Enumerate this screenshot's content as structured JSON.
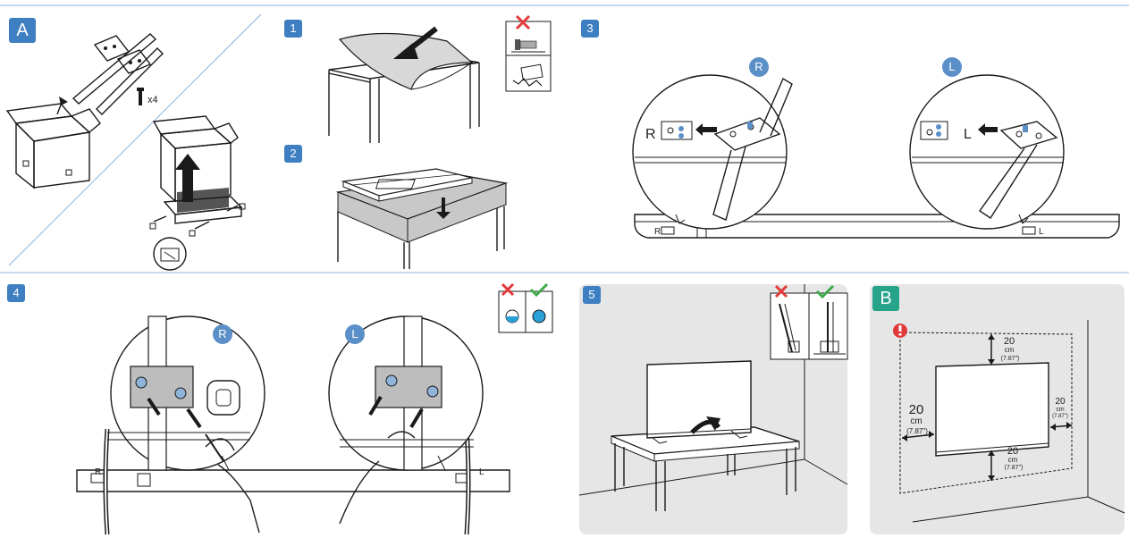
{
  "panels": {
    "a": {
      "badge": "A",
      "qty": "x4"
    },
    "step1": {
      "badge": "1"
    },
    "step2": {
      "badge": "2"
    },
    "step3": {
      "badge": "3",
      "right": "R",
      "left": "L"
    },
    "step4": {
      "badge": "4",
      "right": "R",
      "left": "L"
    },
    "step5": {
      "badge": "5"
    },
    "b": {
      "badge": "B",
      "top": {
        "value": "20",
        "unit": "cm",
        "inch": "(7.87\")"
      },
      "left": {
        "value": "20",
        "unit": "cm",
        "inch": "(7.87\")"
      },
      "right": {
        "value": "20",
        "unit": "cm",
        "inch": "(7.87\")"
      },
      "bottom": {
        "value": "20",
        "unit": "cm",
        "inch": "(7.87\")"
      }
    }
  },
  "colors": {
    "badge": "#3d7fc1",
    "badge_b": "#27a38a",
    "warn": "#e03a3a",
    "ok": "#3cab4a",
    "divider": "#8fb3d9"
  }
}
